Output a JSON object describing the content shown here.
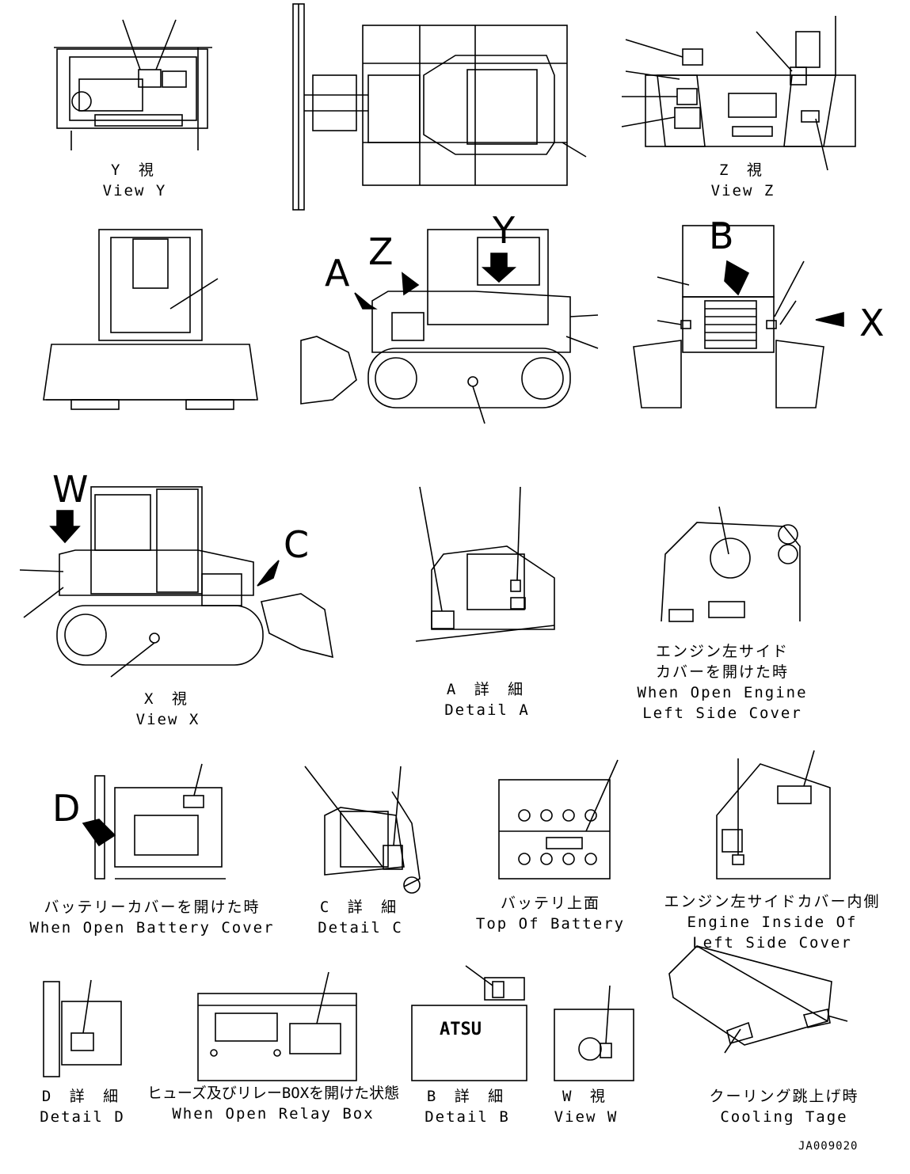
{
  "markers": {
    "a": "A",
    "b": "B",
    "c": "C",
    "d": "D",
    "w": "W",
    "x": "X",
    "y": "Y",
    "z": "Z"
  },
  "views": {
    "view_y": {
      "jp": "Y 視",
      "en": "View Y"
    },
    "view_z": {
      "jp": "Z 視",
      "en": "View Z"
    },
    "view_x": {
      "jp": "X 視",
      "en": "View X"
    },
    "detail_a": {
      "jp": "A 詳 細",
      "en": "Detail A"
    },
    "engine_left_open": {
      "jp1": "エンジン左サイド",
      "jp2": "カバーを開けた時",
      "en1": "When Open Engine",
      "en2": "Left Side Cover"
    },
    "battery_cover": {
      "jp": "バッテリーカバーを開けた時",
      "en": "When Open Battery Cover"
    },
    "detail_c": {
      "jp": "C 詳 細",
      "en": "Detail C"
    },
    "top_battery": {
      "jp": "バッテリ上面",
      "en": "Top Of Battery"
    },
    "engine_inside": {
      "jp": "エンジン左サイドカバー内側",
      "en1": "Engine Inside Of",
      "en2": "Left Side Cover"
    },
    "detail_d": {
      "jp": "D 詳 細",
      "en": "Detail D"
    },
    "relay_box": {
      "jp": "ヒューズ及びリレーBOXを開けた状態",
      "en": "When Open Relay Box"
    },
    "detail_b": {
      "jp": "B 詳 細",
      "en": "Detail B"
    },
    "view_w": {
      "jp": "W 視",
      "en": "View W"
    },
    "cooling": {
      "jp": "クーリング跳上げ時",
      "en": "Cooling Tage"
    }
  },
  "brand_fragment": "ATSU",
  "drawing_code": "JA009020"
}
